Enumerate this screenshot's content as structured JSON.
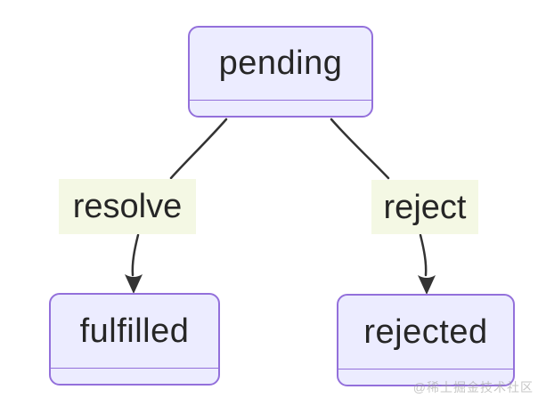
{
  "diagram": {
    "type": "state-diagram",
    "nodes": [
      {
        "id": "pending",
        "label": "pending"
      },
      {
        "id": "fulfilled",
        "label": "fulfilled"
      },
      {
        "id": "rejected",
        "label": "rejected"
      }
    ],
    "edges": [
      {
        "from": "pending",
        "to": "fulfilled",
        "label": "resolve"
      },
      {
        "from": "pending",
        "to": "rejected",
        "label": "reject"
      }
    ],
    "colors": {
      "background": "#ffffff",
      "node_fill": "#ECECFF",
      "node_border": "#9370DB",
      "edge_label_bg": "#f4f8e4",
      "edge_stroke": "#333333",
      "text": "#262626"
    },
    "watermark": "@稀土掘金技术社区"
  }
}
